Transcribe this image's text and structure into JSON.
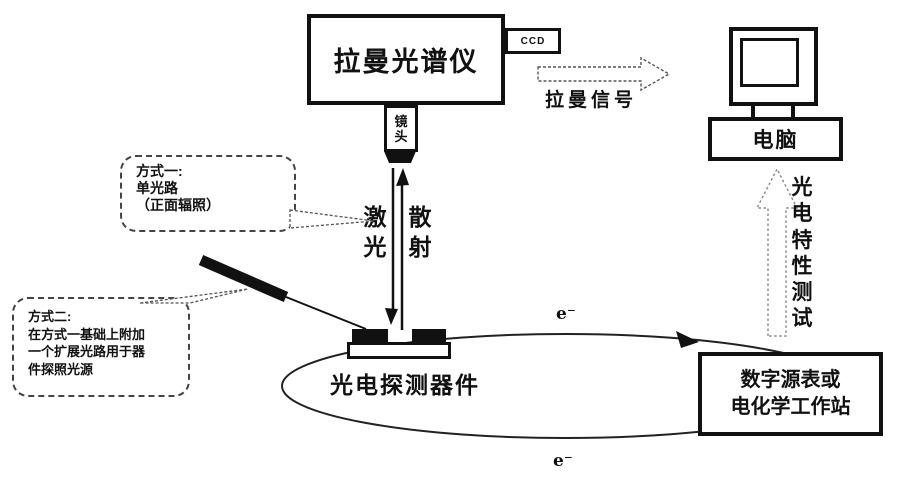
{
  "diagram": {
    "spectrometer_label": "拉曼光谱仪",
    "ccd_label": "CCD",
    "lens_label": "镜头",
    "raman_signal_label": "拉曼信号",
    "computer_label": "电脑",
    "method1_note": "方式一:\n单光路\n（正面辐照）",
    "method2_note": "方式二:\n在方式一基础上附加\n一个扩展光路用于器\n件探照光源",
    "laser_label": "激光",
    "scatter_label": "散射",
    "detector_label": "光电探测器件",
    "electron_top": "e⁻",
    "electron_bottom": "e⁻",
    "source_meter_label": "数字源表或\n电化学工作站",
    "pe_test_label": "光电特性测试",
    "colors": {
      "ink": "#111111",
      "dashed_outline": "#555555",
      "background": "#ffffff"
    }
  }
}
